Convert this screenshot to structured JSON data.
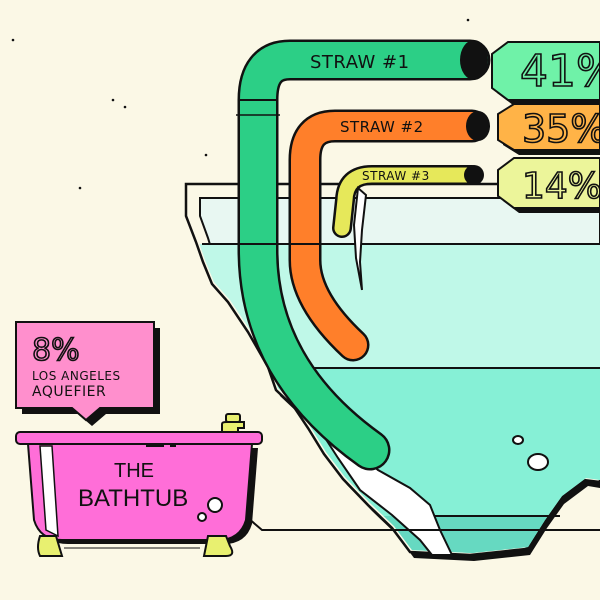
{
  "straws": [
    {
      "label": "STRAW #1",
      "percent": "41%",
      "color": "#2ccf86",
      "tag_color": "#6ff2a8"
    },
    {
      "label": "STRAW #2",
      "percent": "35%",
      "color": "#ff7f2a",
      "tag_color": "#ffb347"
    },
    {
      "label": "STRAW #3",
      "percent": "14%",
      "color": "#e6e85a",
      "tag_color": "#ecf59a"
    }
  ],
  "aquifer": {
    "percent": "8%",
    "line1": "LOS ANGELES",
    "line2": "AQUEFIER",
    "color": "#ff8fcd"
  },
  "bathtub": {
    "line1": "THE",
    "line2": "BATHTUB",
    "color": "#ff6ed8",
    "feet_color": "#e8f070"
  },
  "colors": {
    "background": "#fbf8e6",
    "water": "#7ff0d6",
    "outline": "#111111"
  }
}
